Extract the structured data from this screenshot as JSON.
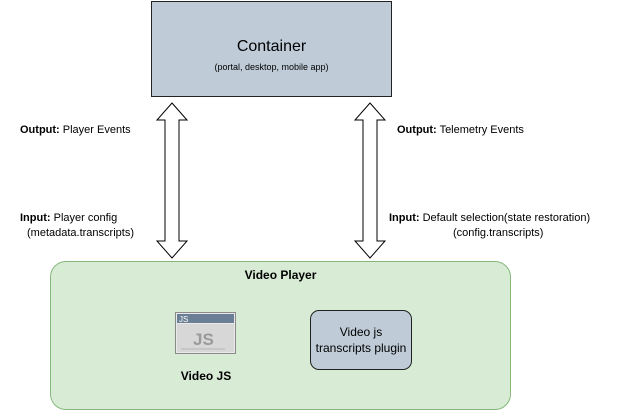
{
  "container": {
    "title": "Container",
    "subtitle": "(portal, desktop, mobile app)"
  },
  "player": {
    "title": "Video Player",
    "videojs_caption": "Video JS",
    "videojs_icon_text": "JS",
    "plugin_label": "Video js transcripts plugin"
  },
  "left_link": {
    "output_key": "Output:",
    "output_value": "Player Events",
    "input_key": "Input:",
    "input_value": "Player config",
    "input_detail": "(metadata.transcripts)"
  },
  "right_link": {
    "output_key": "Output:",
    "output_value": "Telemetry Events",
    "input_key": "Input:",
    "input_value": "Default selection(state restoration)",
    "input_detail": "(config.transcripts)"
  },
  "colors": {
    "container_fill": "#bfccd8",
    "player_fill": "#d8ebd4",
    "player_border": "#86b87e"
  }
}
